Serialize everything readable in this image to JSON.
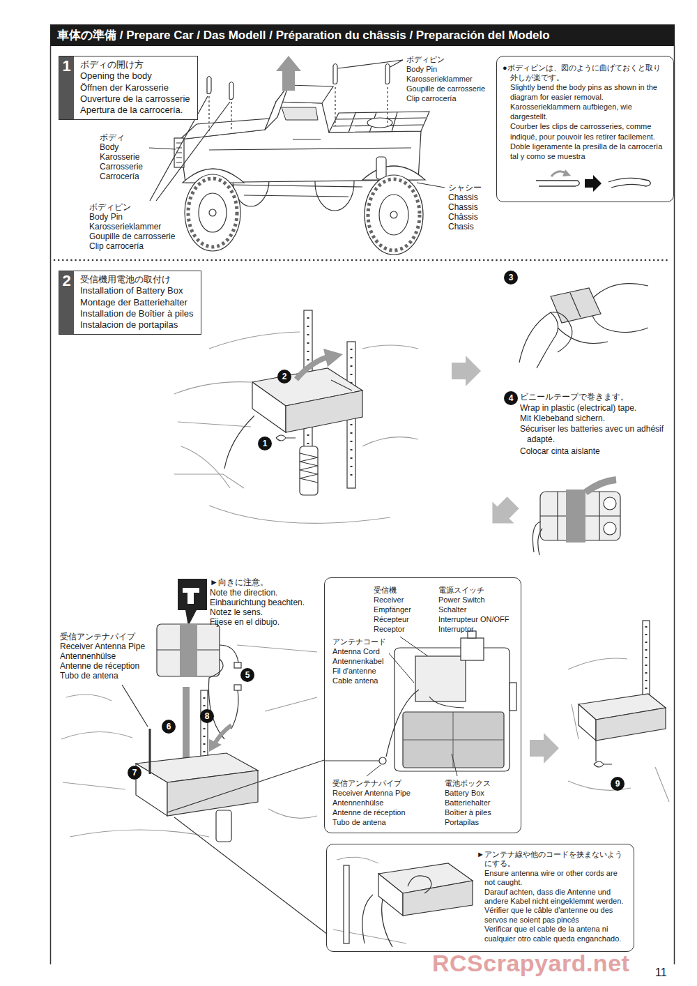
{
  "diagram": {
    "title": "車体の準備 / Prepare Car / Das Modell / Préparation du châssis / Preparación del Modelo",
    "nodes": [
      {
        "text": [
          "1",
          "ボディの開け方",
          "Opening the body",
          "Öffnen der Karosserie",
          "Ouverture de la carrosserie",
          "Apertura de la carrocería."
        ]
      },
      {
        "text": [
          "●ボディピンは、図のように曲げておくと取り外しが楽です。",
          "Slightly bend the body pins as shown in the diagram for easier removal.",
          "Karosserieklammern aufbiegen, wie dargestellt.",
          "Courber les clips de carrosseries, comme indiqué, pour pouvoir les retirer facilement.",
          "Doble ligeramente la presilla de la carrocería tal y como se muestra"
        ]
      },
      {
        "text": [
          "2",
          "受信機用電池の取付け",
          "Installation of Battery Box",
          "Montage der Batteriehalter",
          "Installation de Boîtier à piles",
          "Instalacion de portapilas"
        ]
      },
      {
        "text": [
          "受信機",
          "Receiver",
          "Empfänger",
          "Récepteur",
          "Receptor",
          "電源スイッチ",
          "Power Switch",
          "Schalter",
          "Interrupteur ON/OFF",
          "Interruptor",
          "アンテナコード",
          "Antenna Cord",
          "Antennenkabel",
          "Fil d'antenne",
          "Cable antena",
          "受信アンテナパイプ",
          "Receiver Antenna Pipe",
          "Antennenhülse",
          "Antenne de réception",
          "Tubo de antena",
          "電池ボックス",
          "Battery Box",
          "Batteriehalter",
          "Boîtier à piles",
          "Portapilas"
        ]
      },
      {
        "text": [
          "►アンテナ線や他のコードを挟まないようにする。",
          "Ensure antenna wire or other cords are not caught.",
          "Darauf achten, dass die Antenne und andere Kabel nicht eingeklemmt werden.",
          "Vérifier que le câble d'antenne ou des servos ne soient pas pincés",
          "Verificar que el cable de la antena ni cualquier otro cable queda enganchado."
        ]
      }
    ],
    "labels": [
      "ボディピン",
      "Body Pin",
      "Karosserieklammer",
      "Goupille de carrosserie",
      "Clip carrocería",
      "ボディ",
      "Body",
      "Karosserie",
      "Carrosserie",
      "Carrocería",
      "ボディピン",
      "Body Pin",
      "Karosserieklammer",
      "Goupille de carrosserie",
      "Clip carrocería",
      "シャシー",
      "Chassis",
      "Chassis",
      "Châssis",
      "Chasis",
      "3",
      "2",
      "1",
      "4",
      "ビニールテープで巻きます。",
      "Wrap in plastic (electrical) tape.",
      "Mit Klebeband sichern.",
      "Sécuriser les batteries avec un adhésif adapté.",
      "Colocar cinta aislante",
      "►向きに注意。",
      "Note the direction.",
      "Einbaurichtung beachten.",
      "Notez le sens.",
      "Fijese en el dibujo.",
      "受信アンテナパイプ",
      "Receiver Antenna Pipe",
      "Antennenhülse",
      "Antenne de réception",
      "Tubo de antena",
      "5",
      "8",
      "6",
      "7",
      "9",
      "11",
      "RCScrapyard.net"
    ]
  }
}
